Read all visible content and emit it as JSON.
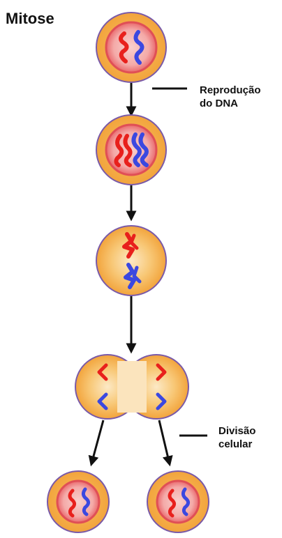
{
  "title": "Mitose",
  "annotations": {
    "dna_replication": [
      "Reprodução",
      "do DNA"
    ],
    "cell_division": [
      "Divisão",
      "celular"
    ]
  },
  "colors": {
    "cytoplasm": "#f6b048",
    "cytoplasm_light": "#fce9c6",
    "cell_border": "#7a5aa8",
    "nucleus": "#ea6a6e",
    "nucleus_inner": "#f8c6c4",
    "chromosome_red": "#e8201c",
    "chromosome_blue": "#3b48e0",
    "arrow": "#111111"
  },
  "icons": {
    "cell": "cell-icon",
    "chromosome": "chromosome-icon",
    "arrow": "arrow-down-icon"
  }
}
